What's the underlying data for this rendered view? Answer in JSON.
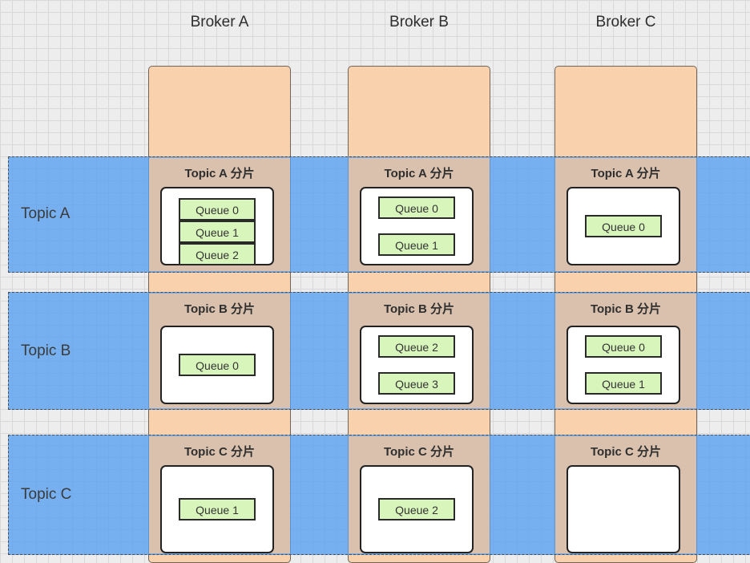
{
  "brokers": [
    "Broker A",
    "Broker B",
    "Broker C"
  ],
  "topics": [
    {
      "label": "Topic A",
      "partitions": [
        {
          "title": "Topic A 分片",
          "queues": [
            "Queue 0",
            "Queue 1",
            "Queue 2"
          ],
          "stacked": true
        },
        {
          "title": "Topic A 分片",
          "queues": [
            "Queue 0",
            "Queue 1"
          ],
          "stacked": false
        },
        {
          "title": "Topic A 分片",
          "queues": [
            "Queue 0"
          ],
          "stacked": false
        }
      ]
    },
    {
      "label": "Topic B",
      "partitions": [
        {
          "title": "Topic B 分片",
          "queues": [
            "Queue 0"
          ],
          "stacked": false
        },
        {
          "title": "Topic B 分片",
          "queues": [
            "Queue 2",
            "Queue 3"
          ],
          "stacked": false
        },
        {
          "title": "Topic B 分片",
          "queues": [
            "Queue 0",
            "Queue 1"
          ],
          "stacked": false
        }
      ]
    },
    {
      "label": "Topic C",
      "partitions": [
        {
          "title": "Topic C 分片",
          "queues": [
            "Queue 1"
          ],
          "stacked": false
        },
        {
          "title": "Topic C 分片",
          "queues": [
            "Queue 2"
          ],
          "stacked": false
        },
        {
          "title": "Topic C 分片",
          "queues": [],
          "stacked": false
        }
      ]
    }
  ],
  "colors": {
    "broker_fill": "#f9d2ad",
    "topic_band": "#58a0f0",
    "partition_fill": "#d9c1ad",
    "queue_fill": "#d8f5bc",
    "background": "#ededed"
  }
}
